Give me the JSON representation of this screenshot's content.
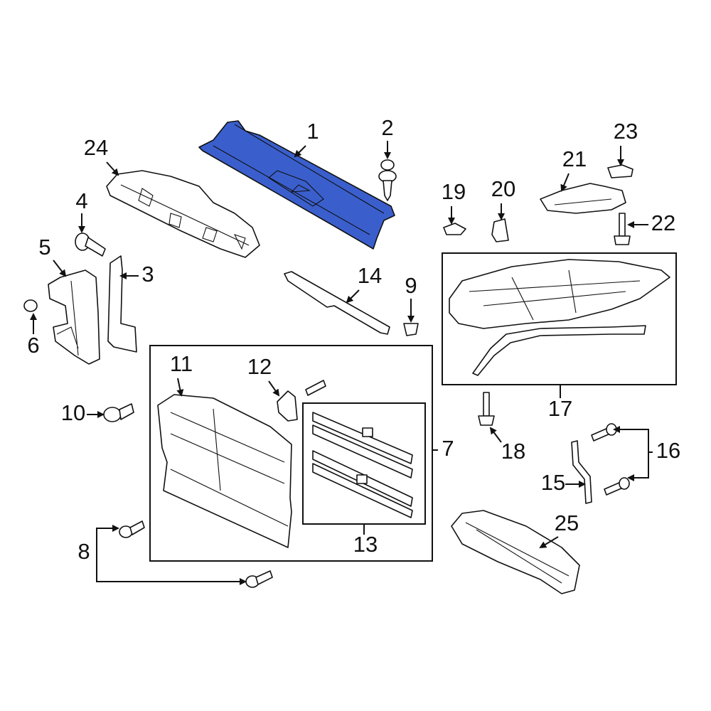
{
  "diagram": {
    "highlight_color": "#3a5fcd",
    "highlighted_part": "1",
    "callouts": [
      "1",
      "2",
      "3",
      "4",
      "5",
      "6",
      "7",
      "8",
      "9",
      "10",
      "11",
      "12",
      "13",
      "14",
      "15",
      "16",
      "17",
      "18",
      "19",
      "20",
      "21",
      "22",
      "23",
      "24",
      "25"
    ]
  }
}
